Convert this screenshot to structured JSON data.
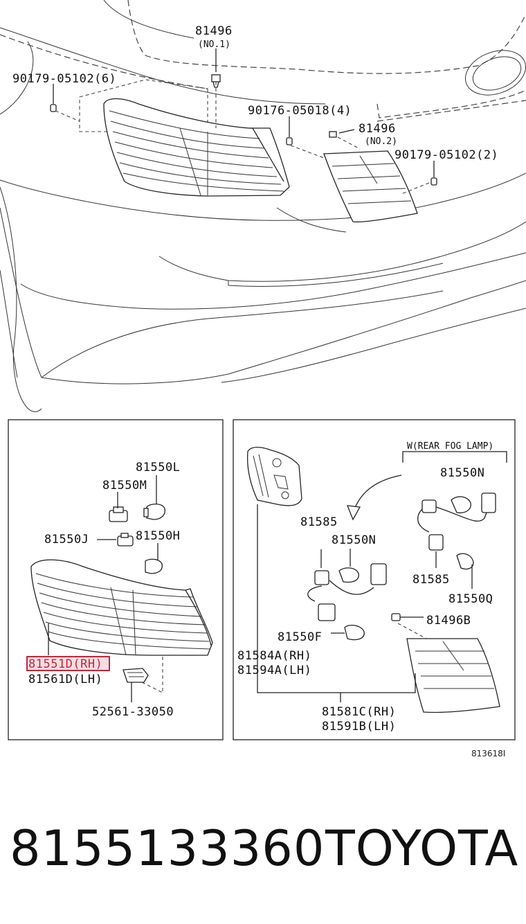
{
  "top_labels": {
    "p81496_no1": "81496",
    "p81496_no1_sub": "(NO.1)",
    "p90179_6": "90179-05102(6)",
    "p90176_4": "90176-05018(4)",
    "p81496_no2": "81496",
    "p81496_no2_sub": "(NO.2)",
    "p90179_2": "90179-05102(2)"
  },
  "left_panel": {
    "p81550L": "81550L",
    "p81550M": "81550M",
    "p81550J": "81550J",
    "p81550H": "81550H",
    "p81551D_RH": "81551D(RH)",
    "p81561D_LH": "81561D(LH)",
    "p52561": "52561-33050"
  },
  "right_panel": {
    "w_rear_fog": "W(REAR FOG LAMP)",
    "p81550N_a": "81550N",
    "p81585_a": "81585",
    "p81550N_b": "81550N",
    "p81585_b": "81585",
    "p81550Q": "81550Q",
    "p81496B": "81496B",
    "p81550F": "81550F",
    "p81584A": "81584A(RH)",
    "p81594A": "81594A(LH)",
    "p81581C": "81581C(RH)",
    "p81591B": "81591B(LH)"
  },
  "diagram_code": "813618I",
  "part_number": "8155133360",
  "brand": "TOYOTA",
  "highlight_color": "#c0283a"
}
